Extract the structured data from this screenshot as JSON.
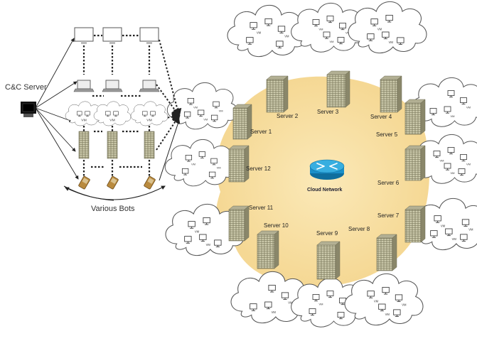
{
  "botnet": {
    "cc_label": "C&C Server",
    "bots_label": "Various Bots",
    "vm_label": "VM"
  },
  "cloud": {
    "center_label": "Cloud Network",
    "vm_label": "VM",
    "servers": [
      {
        "label": "Server 1"
      },
      {
        "label": "Server 2"
      },
      {
        "label": "Server 3"
      },
      {
        "label": "Server 4"
      },
      {
        "label": "Server 5"
      },
      {
        "label": "Server 6"
      },
      {
        "label": "Server 7"
      },
      {
        "label": "Server 8"
      },
      {
        "label": "Server 9"
      },
      {
        "label": "Server 10"
      },
      {
        "label": "Server 11"
      },
      {
        "label": "Server 12"
      }
    ]
  },
  "colors": {
    "network_fill": "#f7dfa3",
    "server_fill": "#c9c7a6",
    "router_blue": "#1a8fc9",
    "line": "#333333"
  }
}
